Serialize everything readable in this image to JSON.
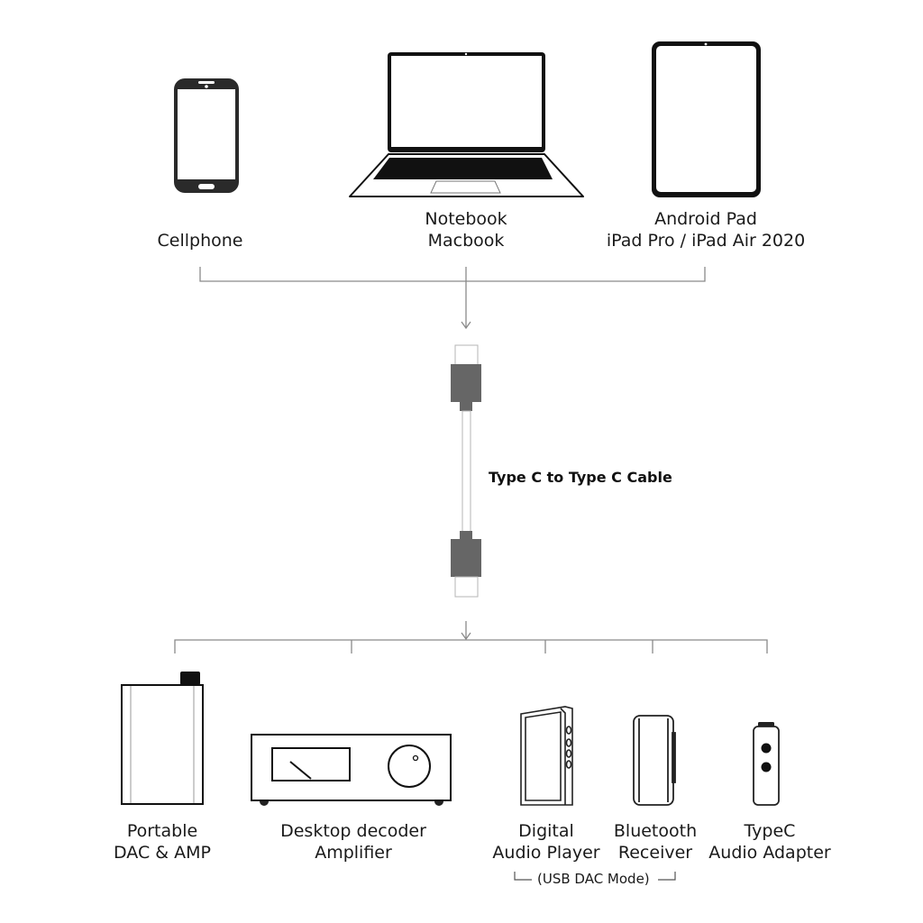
{
  "sources": [
    {
      "id": "cellphone",
      "icon": "smartphone-icon",
      "lines": [
        "Cellphone"
      ]
    },
    {
      "id": "notebook",
      "icon": "laptop-icon",
      "lines": [
        "Notebook",
        "Macbook"
      ]
    },
    {
      "id": "tablet",
      "icon": "tablet-icon",
      "lines": [
        "Android Pad",
        "iPad Pro / iPad Air 2020"
      ]
    }
  ],
  "cable": {
    "label": "Type C to Type C Cable",
    "icon": "usb-c-cable-icon",
    "connector_color": "#666666"
  },
  "targets": [
    {
      "id": "portable-dac",
      "icon": "portable-dac-icon",
      "lines": [
        "Portable",
        "DAC & AMP"
      ]
    },
    {
      "id": "desktop-decoder",
      "icon": "desktop-amplifier-icon",
      "lines": [
        "Desktop decoder",
        "Amplifier"
      ]
    },
    {
      "id": "dap",
      "icon": "audio-player-icon",
      "lines": [
        "Digital",
        "Audio Player"
      ]
    },
    {
      "id": "bt-receiver",
      "icon": "bluetooth-receiver-icon",
      "lines": [
        "Bluetooth",
        "Receiver"
      ]
    },
    {
      "id": "typec-adapter",
      "icon": "typec-adapter-icon",
      "lines": [
        "TypeC",
        "Audio Adapter"
      ]
    }
  ],
  "notes": {
    "usb_dac_mode": "(USB DAC Mode)"
  },
  "colors": {
    "line": "#8a8a8a",
    "device": "#1a1a1a",
    "connector": "#666666"
  }
}
